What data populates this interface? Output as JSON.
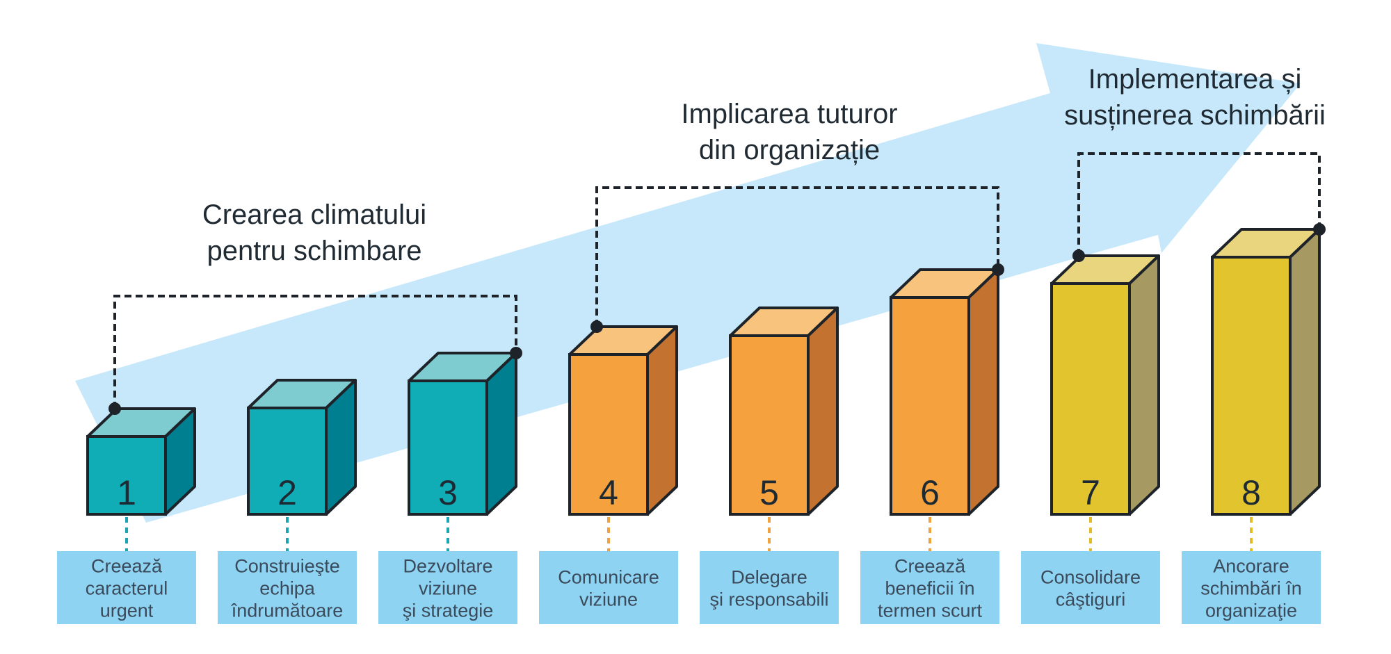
{
  "colors": {
    "arrow": "#c6e8fa",
    "label_box": "#8fd3f2",
    "teal": {
      "front": "#10adb6",
      "side": "#007f91",
      "top": "#7ecbd0"
    },
    "orange": {
      "front": "#f5a13d",
      "side": "#c37230",
      "top": "#f7c37d"
    },
    "yellow": {
      "front": "#e2c42f",
      "side": "#a69962",
      "top": "#e8d57d"
    }
  },
  "groups": [
    {
      "title_lines": [
        "Crearea climatului",
        "pentru schimbare"
      ],
      "from_step": 1,
      "to_step": 3
    },
    {
      "title_lines": [
        "Implicarea tuturor",
        "din organizație"
      ],
      "from_step": 4,
      "to_step": 6
    },
    {
      "title_lines": [
        "Implementarea și",
        "susținerea schimbării"
      ],
      "from_step": 7,
      "to_step": 8
    }
  ],
  "steps": [
    {
      "number": "1",
      "color": "teal",
      "label_lines": [
        "Creează",
        "caracterul",
        "urgent"
      ]
    },
    {
      "number": "2",
      "color": "teal",
      "label_lines": [
        "Construieşte",
        "echipa",
        "îndrumătoare"
      ]
    },
    {
      "number": "3",
      "color": "teal",
      "label_lines": [
        "Dezvoltare",
        "viziune",
        "şi strategie"
      ]
    },
    {
      "number": "4",
      "color": "orange",
      "label_lines": [
        "Comunicare",
        "viziune"
      ]
    },
    {
      "number": "5",
      "color": "orange",
      "label_lines": [
        "Delegare",
        "şi responsabili"
      ]
    },
    {
      "number": "6",
      "color": "orange",
      "label_lines": [
        "Creează",
        "beneficii în",
        "termen scurt"
      ]
    },
    {
      "number": "7",
      "color": "yellow",
      "label_lines": [
        "Consolidare",
        "câştiguri"
      ]
    },
    {
      "number": "8",
      "color": "yellow",
      "label_lines": [
        "Ancorare",
        "schimbări în",
        "organizaţie"
      ]
    }
  ]
}
